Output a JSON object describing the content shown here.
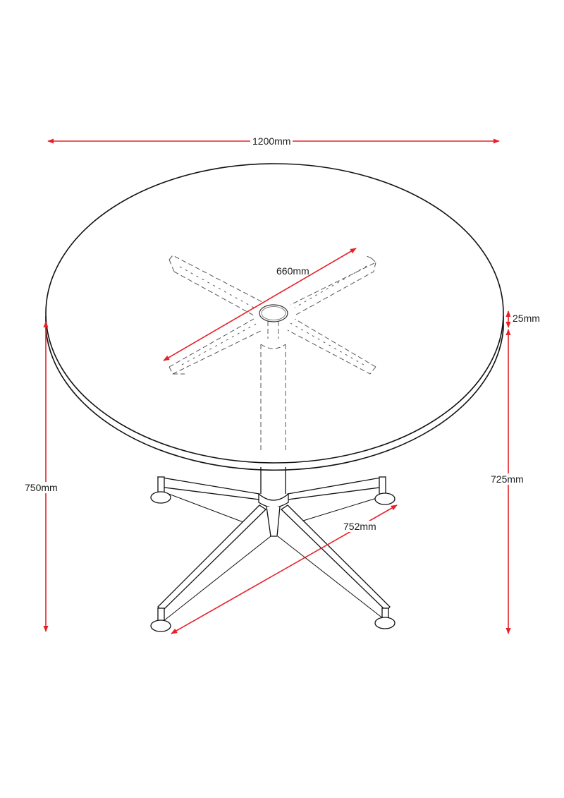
{
  "diagram": {
    "type": "technical-dimension-drawing",
    "subject": "round table with four-star base",
    "colors": {
      "outline": "#111111",
      "dimension": "#e8202a",
      "label": "#1a1a1a",
      "background": "#ffffff"
    },
    "dimensions": {
      "top_diameter": "1200mm",
      "frame_span": "660mm",
      "top_thickness": "25mm",
      "overall_height": "750mm",
      "base_height": "725mm",
      "base_span": "752mm"
    }
  }
}
